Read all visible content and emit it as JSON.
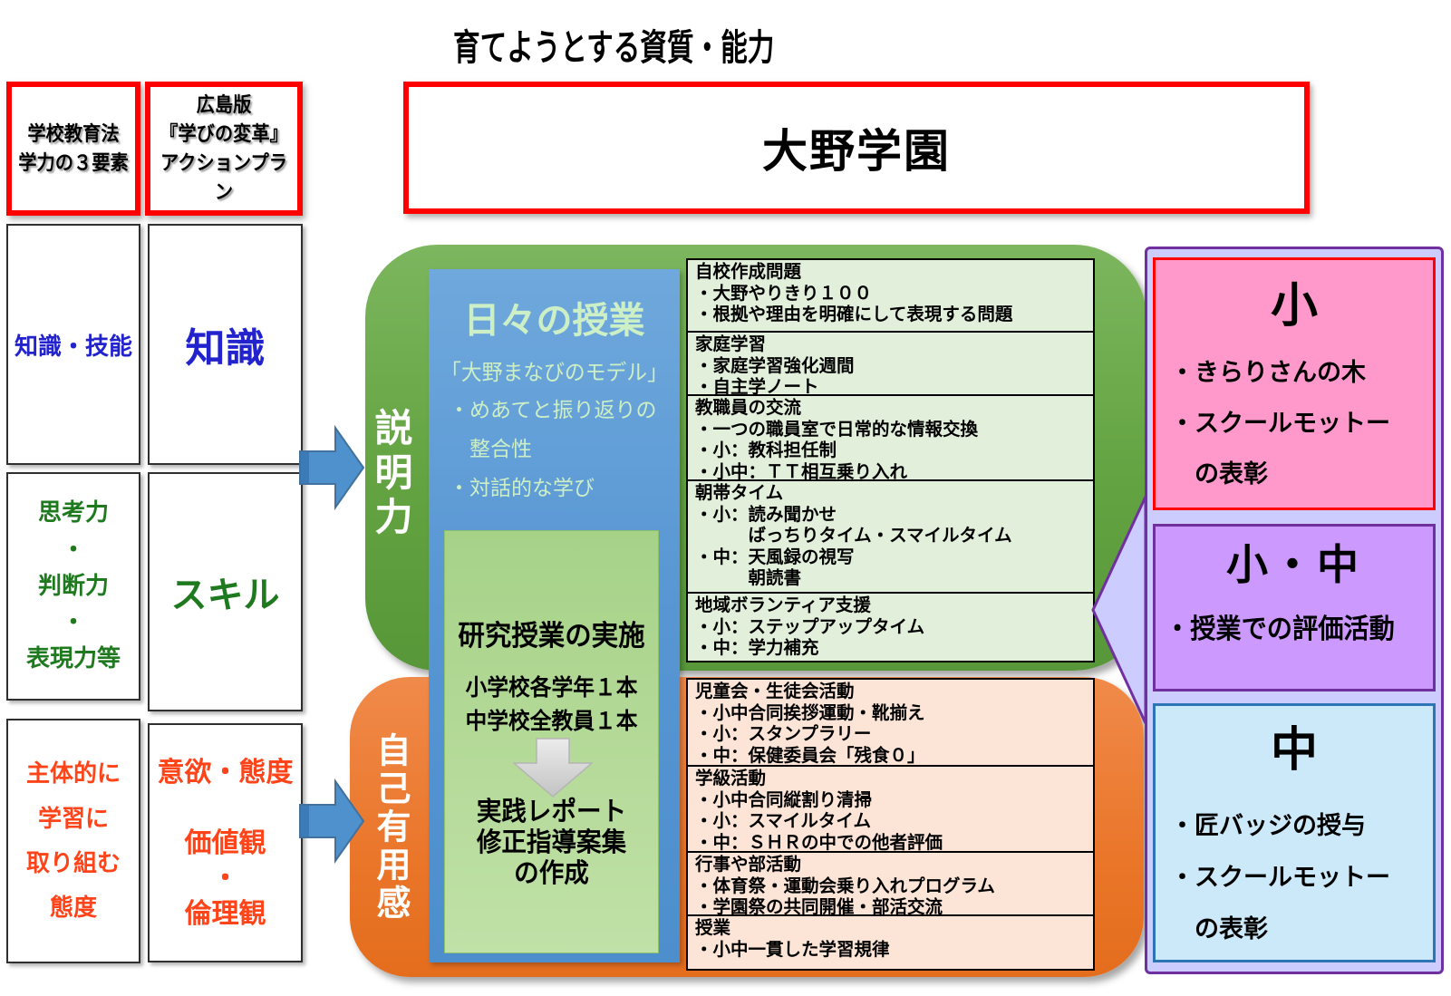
{
  "title": "育てようとする資質・能力",
  "school_name": "大野学園",
  "left_panel": {
    "col1_header": "学校教育法\n学力の３要素",
    "col2_header": "広島版\n『学びの変革』\nアクションプラン",
    "col1_items": [
      "知識・技能",
      "思考力\n・\n判断力\n・\n表現力等",
      "主体的に\n学習に\n取り組む\n態度"
    ],
    "col2_items": [
      "知識",
      "スキル",
      "意欲・態度\n\n価値観\n・\n倫理観"
    ]
  },
  "center": {
    "green_vertical_label": "説明力",
    "orange_vertical_label": "自己有用感",
    "daily_lesson": {
      "title": "日々の授業",
      "subtitle": "「大野まなびのモデル」",
      "bullets": "・めあてと振り返りの\n　整合性\n・対話的な学び"
    },
    "research": {
      "heading": "研究授業の実施",
      "detail": "小学校各学年１本\n中学校全教員１本",
      "outcome": "実践レポート\n修正指導案集\nの作成"
    }
  },
  "green_table": {
    "rows": [
      "自校作成問題\n・大野やりきり１００\n・根拠や理由を明確にして表現する問題",
      "家庭学習\n・家庭学習強化週間\n・自主学ノート",
      "教職員の交流\n・一つの職員室で日常的な情報交換\n・小：教科担任制\n・小中：ＴＴ相互乗り入れ",
      "朝帯タイム\n・小：読み聞かせ\n　　　ばっちりタイム・スマイルタイム\n・中：天風録の視写\n　　　朝読書",
      "地域ボランティア支援\n・小：ステップアップタイム\n・中：学力補充"
    ]
  },
  "orange_table": {
    "rows": [
      "児童会・生徒会活動\n・小中合同挨拶運動・靴揃え\n・小：スタンプラリー\n・中：保健委員会「残食０」",
      "学級活動\n・小中合同縦割り清掃\n・小：スマイルタイム\n・中：ＳＨＲの中での他者評価",
      "行事や部活動\n・体育祭・運動会乗り入れプログラム\n・学園祭の共同開催・部活交流",
      "授業\n・小中一貫した学習規律"
    ]
  },
  "right_panel": {
    "elementary": {
      "title": "小",
      "lines": "・きらりさんの木\n・スクールモットー\n　の表彰"
    },
    "both": {
      "title": "小・中",
      "lines": "・授業での評価活動"
    },
    "junior_high": {
      "title": "中",
      "lines": "・匠バッジの授与\n・スクールモットー\n　の表彰"
    }
  },
  "colors": {
    "red_frame": "#FF0000",
    "green_round": "#63A341",
    "orange_round": "#ED7D31",
    "blue_panel": "#5B9BD5",
    "inner_green": "#AED594",
    "green_table_fill": "#E2EFDA",
    "orange_table_fill": "#FCE4D6",
    "lavender": "#CCCCFF",
    "purple_border": "#7030A0",
    "pink_fill": "#FF99CC",
    "purple_fill": "#CC99FF",
    "light_blue_fill": "#CCE9FA",
    "blue_arrow": "#4F91CD",
    "knowledge_text": "#2323CE",
    "skill_text": "#1F7A1F",
    "attitude_text": "#FF4419"
  }
}
